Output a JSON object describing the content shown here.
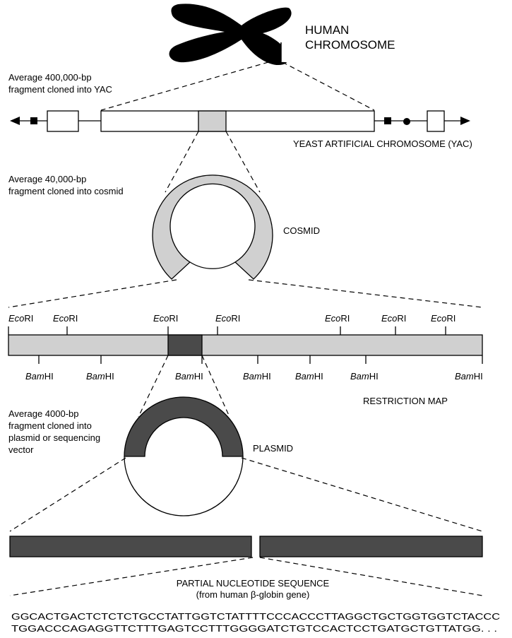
{
  "colors": {
    "ink": "#000000",
    "light_fill": "#d0d0d0",
    "dark_fill": "#4a4a4a",
    "background": "#ffffff"
  },
  "chromosome": {
    "title_line1": "HUMAN",
    "title_line2": "CHROMOSOME"
  },
  "yac": {
    "caption_line1": "Average 400,000-bp",
    "caption_line2": "fragment cloned into YAC",
    "label": "YEAST ARTIFICIAL CHROMOSOME (YAC)"
  },
  "cosmid": {
    "caption_line1": "Average 40,000-bp",
    "caption_line2": "fragment cloned into cosmid",
    "label": "COSMID"
  },
  "restriction_map": {
    "label": "RESTRICTION MAP",
    "eco_prefix": "Eco",
    "eco_suffix": "RI",
    "bam_prefix": "Bam",
    "bam_suffix": "HI"
  },
  "plasmid": {
    "caption_line1": "Average 4000-bp",
    "caption_line2": "fragment cloned into",
    "caption_line3": "plasmid or sequencing",
    "caption_line4": "vector",
    "label": "PLASMID"
  },
  "sequence": {
    "title": "PARTIAL NUCLEOTIDE SEQUENCE",
    "subtitle_prefix": "(from human ",
    "subtitle_beta": "β",
    "subtitle_suffix": "-globin gene)",
    "line1": "GGCACTGACTCTCTCTGCCTATTGGTCTATTTTCCCACCCTTAGGCTGCTGGTGGTCTACCC",
    "line2": "TGGACCCAGAGGTTCTTTGAGTCCTTTGGGGATCTGTCCACTCCTGATGCTGTTATGG. . ."
  }
}
